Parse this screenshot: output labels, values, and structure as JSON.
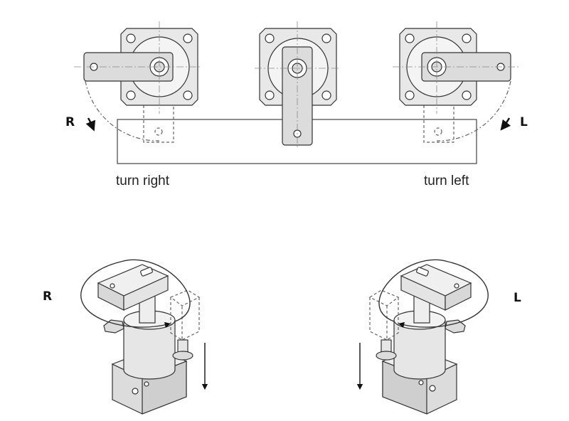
{
  "labels": {
    "turn_right": "turn right",
    "turn_left": "turn left",
    "r": "R",
    "l": "L"
  },
  "colors": {
    "fill": "#e8e8e8",
    "fill_dark": "#d6d6d6",
    "stroke": "#333333",
    "dashed": "#555555"
  }
}
